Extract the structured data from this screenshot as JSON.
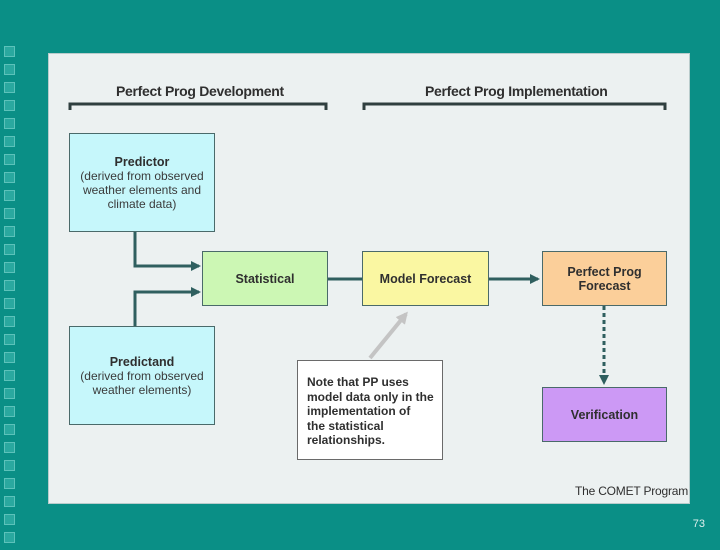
{
  "headers": {
    "development": "Perfect Prog Development",
    "implementation": "Perfect Prog Implementation"
  },
  "boxes": {
    "predictor": {
      "title": "Predictor",
      "lines": [
        "(derived from observed",
        "weather elements and",
        "climate data)"
      ]
    },
    "predictand": {
      "title": "Predictand",
      "lines": [
        "(derived from observed",
        "weather elements)"
      ]
    },
    "statistical": {
      "label": "Statistical"
    },
    "model_forecast": {
      "label": "Model Forecast"
    },
    "perfect_prog_forecast": {
      "lines": [
        "Perfect Prog",
        "Forecast"
      ]
    },
    "verification": {
      "label": "Verification"
    }
  },
  "note": {
    "lines": [
      "Note that PP uses",
      "model data only in the",
      "implementation of",
      "the statistical",
      "relationships."
    ]
  },
  "credit": "The COMET Program",
  "page_number": "73",
  "colors": {
    "background": "#0a8f86",
    "predictor": "#c6f7fb",
    "statistical": "#ccf7b4",
    "model_forecast": "#faf7a2",
    "perfect_prog_forecast": "#fbcf9a",
    "verification": "#cc99f5",
    "connector": "#2f5f5f"
  }
}
